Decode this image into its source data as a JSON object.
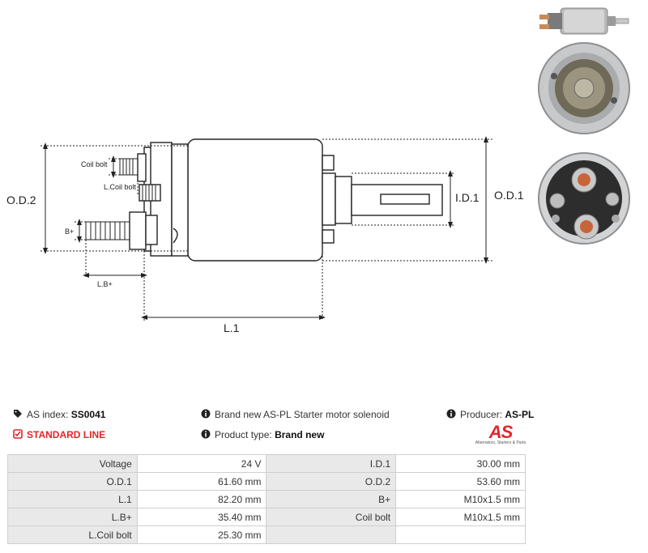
{
  "diagram": {
    "labels": {
      "od2": "O.D.2",
      "od1": "O.D.1",
      "id1": "I.D.1",
      "l1": "L.1",
      "coil_bolt": "Coil bolt",
      "l_coil_bolt": "L.Coil bolt",
      "b_plus": "B+",
      "lb_plus": "L.B+"
    }
  },
  "info": {
    "as_index_label": "AS index:",
    "as_index_value": "SS0041",
    "line_label": "STANDARD LINE",
    "description": "Brand new AS-PL Starter motor solenoid",
    "product_type_label": "Product type:",
    "product_type_value": "Brand new",
    "producer_label": "Producer:",
    "producer_value": "AS-PL"
  },
  "logo": {
    "mark": "AS",
    "tagline": "Alternators, Starters & Parts"
  },
  "spec": {
    "rows": [
      {
        "l1": "Voltage",
        "v1": "24 V",
        "l2": "I.D.1",
        "v2": "30.00 mm"
      },
      {
        "l1": "O.D.1",
        "v1": "61.60 mm",
        "l2": "O.D.2",
        "v2": "53.60 mm"
      },
      {
        "l1": "L.1",
        "v1": "82.20 mm",
        "l2": "B+",
        "v2": "M10x1.5 mm"
      },
      {
        "l1": "L.B+",
        "v1": "35.40 mm",
        "l2": "Coil bolt",
        "v2": "M10x1.5 mm"
      },
      {
        "l1": "L.Coil bolt",
        "v1": "25.30 mm",
        "l2": "",
        "v2": ""
      }
    ]
  },
  "colors": {
    "accent_red": "#e0262a",
    "label_cell": "#e9e9e9",
    "border": "#cfcfcf"
  }
}
